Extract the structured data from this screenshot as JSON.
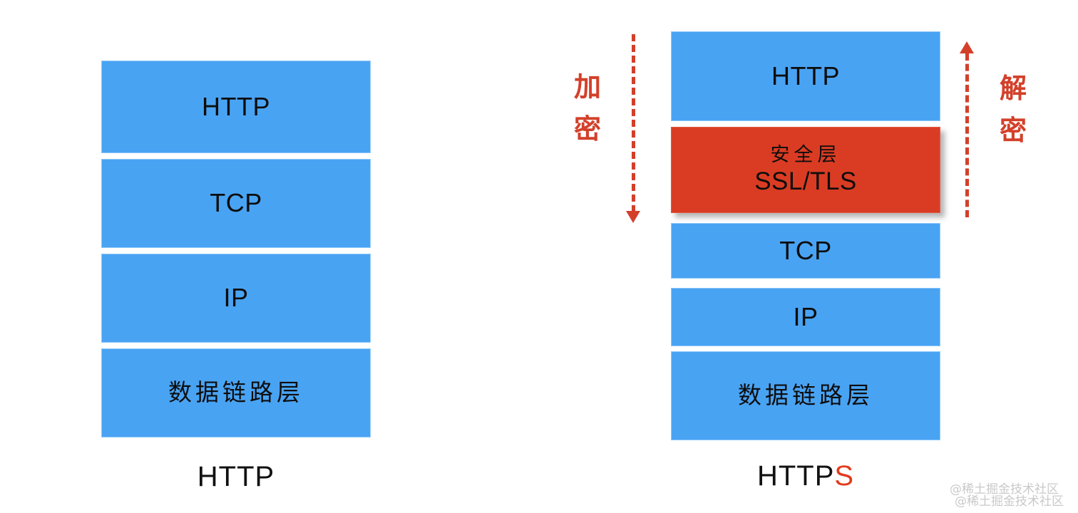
{
  "diagram": {
    "title_left": "HTTP",
    "title_right": "HTTPS",
    "https_prefix": "HTTP",
    "https_accent": "S",
    "colors": {
      "layer_blue": "#49a3f3",
      "security_red": "#da3c23",
      "arrow_red": "#d3402a",
      "accent_s": "#e23b1d",
      "text": "#111111",
      "watermark": "#c9c9c9",
      "background": "#ffffff"
    },
    "left_stack": {
      "name": "HTTP protocol stack",
      "layers": [
        {
          "label": "HTTP",
          "kind": "blue"
        },
        {
          "label": "TCP",
          "kind": "blue"
        },
        {
          "label": "IP",
          "kind": "blue"
        },
        {
          "label": "数据链路层",
          "kind": "blue"
        }
      ]
    },
    "right_stack": {
      "name": "HTTPS protocol stack",
      "layers": [
        {
          "label": "HTTP",
          "kind": "blue"
        },
        {
          "label_cjk": "安全层",
          "label_latin": "SSL/TLS",
          "kind": "red"
        },
        {
          "label": "TCP",
          "kind": "blue"
        },
        {
          "label": "IP",
          "kind": "blue"
        },
        {
          "label": "数据链路层",
          "kind": "blue"
        }
      ]
    },
    "arrows": {
      "encrypt": {
        "label": "加\n密",
        "label_line1": "加",
        "label_line2": "密",
        "direction": "down"
      },
      "decrypt": {
        "label": "解\n密",
        "label_line1": "解",
        "label_line2": "密",
        "direction": "up"
      }
    },
    "watermark": {
      "line_a": "@稀土掘金技术社区",
      "line_b": "@稀土掘金技术社区"
    }
  }
}
